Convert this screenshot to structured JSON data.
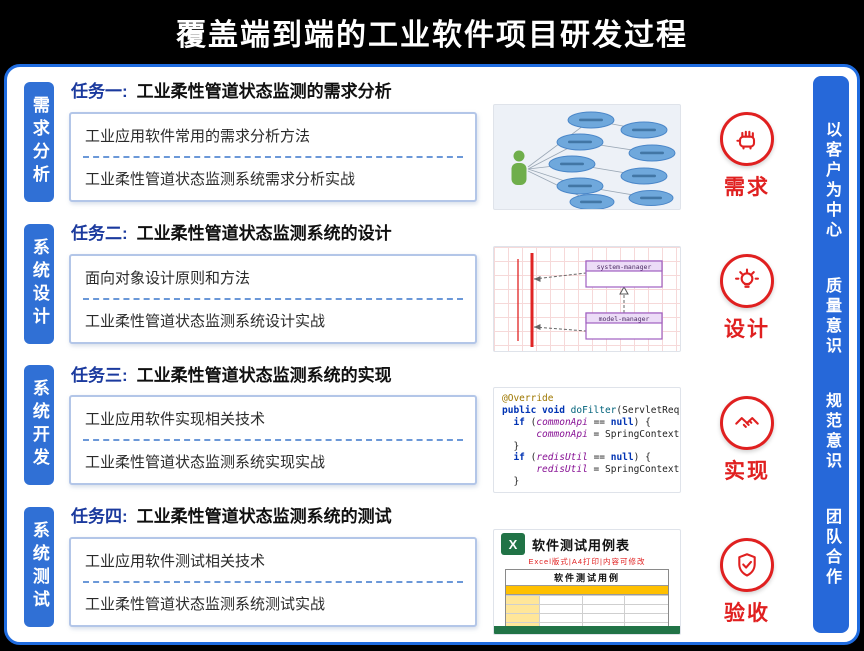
{
  "header": {
    "title": "覆盖端到端的工业软件项目研发过程"
  },
  "phases": [
    {
      "label": "需求分析",
      "task_prefix": "任务一:",
      "task_title": "工业柔性管道状态监测的需求分析",
      "topic1": "工业应用软件常用的需求分析方法",
      "topic2": "工业柔性管道状态监测系统需求分析实战",
      "badge_label": "需求",
      "badge_icon": "fist-icon",
      "thumbnail": "use-case-diagram"
    },
    {
      "label": "系统设计",
      "task_prefix": "任务二:",
      "task_title": "工业柔性管道状态监测系统的设计",
      "topic1": "面向对象设计原则和方法",
      "topic2": "工业柔性管道状态监测系统设计实战",
      "badge_label": "设计",
      "badge_icon": "bulb-icon",
      "thumbnail": "uml-class-diagram"
    },
    {
      "label": "系统开发",
      "task_prefix": "任务三:",
      "task_title": "工业柔性管道状态监测系统的实现",
      "topic1": "工业应用软件实现相关技术",
      "topic2": "工业柔性管道状态监测系统实现实战",
      "badge_label": "实现",
      "badge_icon": "handshake-icon",
      "thumbnail": "java-code-snippet"
    },
    {
      "label": "系统测试",
      "task_prefix": "任务四:",
      "task_title": "工业柔性管道状态监测系统的测试",
      "topic1": "工业应用软件测试相关技术",
      "topic2": "工业柔性管道状态监测系统测试实战",
      "badge_label": "验收",
      "badge_icon": "shield-check-icon",
      "thumbnail": "excel-test-case-sheet"
    }
  ],
  "values_bar": {
    "items": [
      "以客户为中心",
      "质量意识",
      "规范意识",
      "团队合作"
    ]
  },
  "uml": {
    "box1": "system-manager",
    "box2": "model-manager"
  },
  "code": {
    "lines": [
      [
        {
          "c": "ann",
          "t": "@Override"
        }
      ],
      [
        {
          "c": "kw",
          "t": "public void "
        },
        {
          "c": "m",
          "t": "doFilter"
        },
        {
          "c": "p",
          "t": "(ServletReque"
        }
      ],
      [
        {
          "c": "p",
          "t": "  "
        },
        {
          "c": "kw",
          "t": "if "
        },
        {
          "c": "p",
          "t": "("
        },
        {
          "c": "f",
          "t": "commonApi"
        },
        {
          "c": "p",
          "t": " == "
        },
        {
          "c": "kw",
          "t": "null"
        },
        {
          "c": "p",
          "t": ") {"
        }
      ],
      [
        {
          "c": "p",
          "t": "      "
        },
        {
          "c": "f",
          "t": "commonApi"
        },
        {
          "c": "p",
          "t": " = SpringContext"
        }
      ],
      [
        {
          "c": "p",
          "t": "  }"
        }
      ],
      [
        {
          "c": "p",
          "t": "  "
        },
        {
          "c": "kw",
          "t": "if "
        },
        {
          "c": "p",
          "t": "("
        },
        {
          "c": "f",
          "t": "redisUtil"
        },
        {
          "c": "p",
          "t": " == "
        },
        {
          "c": "kw",
          "t": "null"
        },
        {
          "c": "p",
          "t": ") {"
        }
      ],
      [
        {
          "c": "p",
          "t": "      "
        },
        {
          "c": "f",
          "t": "redisUtil"
        },
        {
          "c": "p",
          "t": " = SpringContext"
        }
      ],
      [
        {
          "c": "p",
          "t": "  }"
        }
      ]
    ]
  },
  "excel": {
    "icon_letter": "X",
    "doc_title": "软件测试用例表",
    "doc_subtitle": "Excel版式|A4打印|内容可修改",
    "table_title": "软件测试用例"
  },
  "colors": {
    "panel_border": "#1f6ce0",
    "phase_blue": "#3070d5",
    "values_blue": "#2668d9",
    "task_navy": "#1b3a9e",
    "accent_red": "#e02020",
    "excel_green": "#217346"
  }
}
